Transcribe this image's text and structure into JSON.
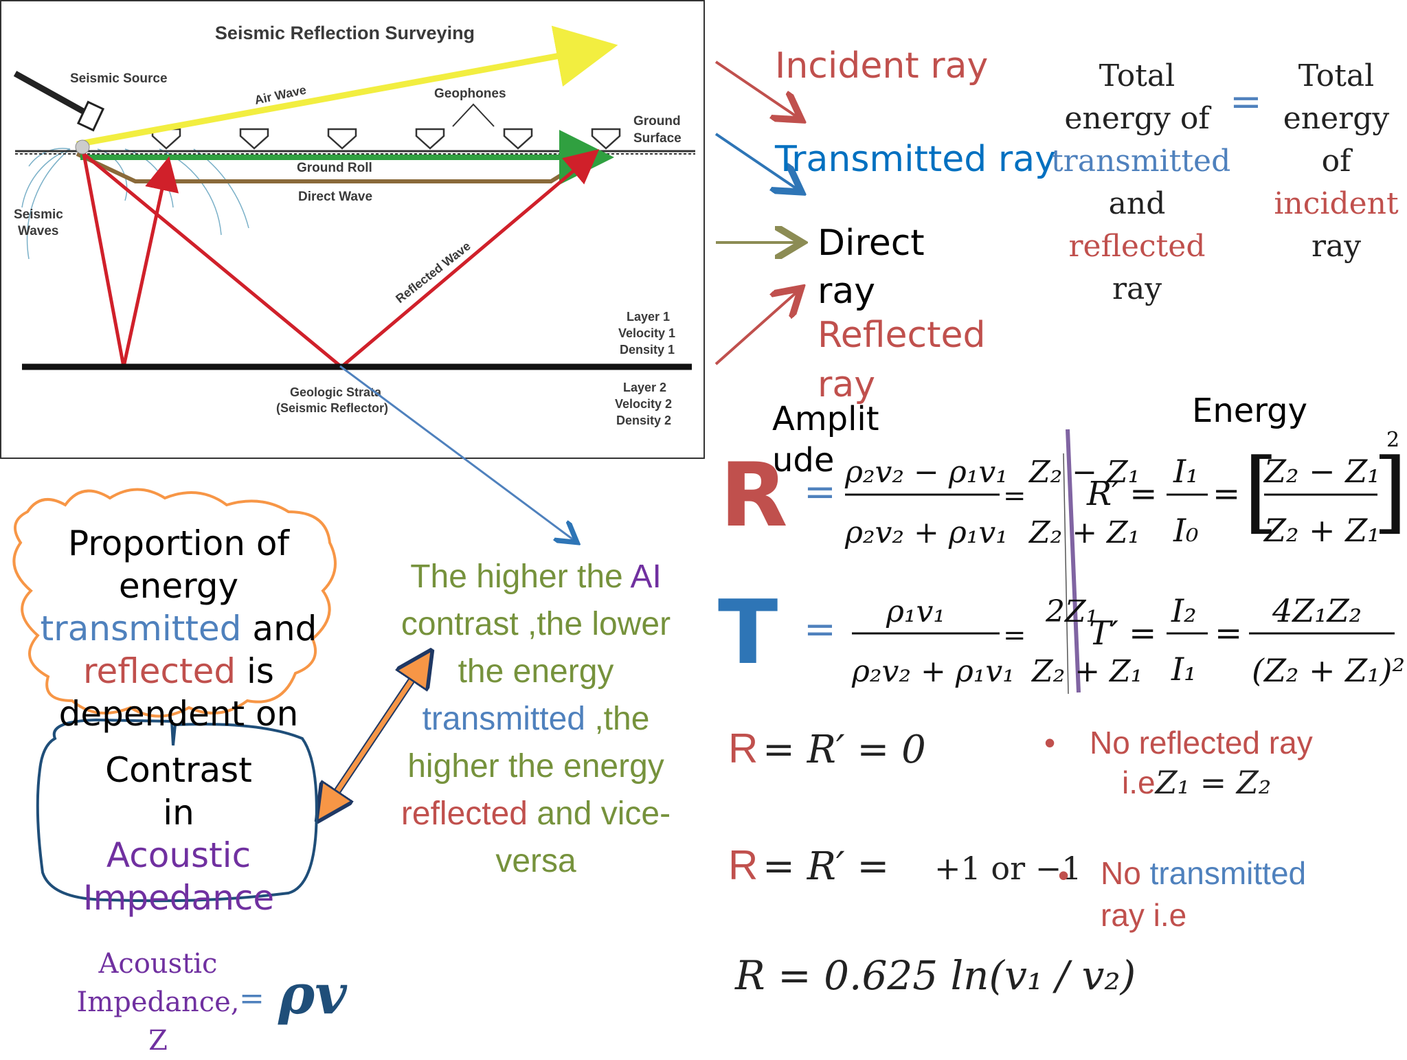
{
  "diagram": {
    "title": "Seismic Reflection Surveying",
    "seismic_source": "Seismic Source",
    "air_wave": "Air Wave",
    "geophones": "Geophones",
    "ground_surface_1": "Ground",
    "ground_surface_2": "Surface",
    "ground_roll": "Ground Roll",
    "direct_wave": "Direct Wave",
    "seismic_waves_1": "Seismic",
    "seismic_waves_2": "Waves",
    "reflected_wave": "Reflected Wave",
    "layer1_1": "Layer 1",
    "layer1_2": "Velocity 1",
    "layer1_3": "Density 1",
    "layer2_1": "Layer 2",
    "layer2_2": "Velocity 2",
    "layer2_3": "Density 2",
    "strata_1": "Geologic Strata",
    "strata_2": "(Seismic Reflector)"
  },
  "legend": {
    "incident": "Incident ray",
    "transmitted": "Transmitted ray",
    "direct_1": "Direct",
    "direct_2": "ray",
    "reflected_1": "Reflected",
    "reflected_2": "ray"
  },
  "energy_text": {
    "left_1": "Total",
    "left_2": "energy of",
    "left_3": "transmitted",
    "left_4": "and",
    "left_5": "reflected",
    "left_6": "ray",
    "equals": "=",
    "right_1": "Total",
    "right_2": "energy",
    "right_3": "of",
    "right_4": "incident",
    "right_5": "ray"
  },
  "headers": {
    "amplitude_1": "Amplit",
    "amplitude_2": "ude",
    "energy": "Energy"
  },
  "letters": {
    "R": "R",
    "T": "T"
  },
  "cases": {
    "bullet": "•",
    "no_reflected": "No reflected ray",
    "ie_prefix": "i.e",
    "no_transmitted_1": "No transmitted",
    "no_transmitted_2": "ray i.e",
    "plus_minus": "+1 or −1"
  },
  "left_panel": {
    "line1": "Proportion of",
    "line2": "energy",
    "transmitted": "transmitted",
    "and": "and",
    "reflected": "reflected",
    "is": "is",
    "line5": "dependent on",
    "contrast": "Contrast",
    "in": "in",
    "acoustic": "Acoustic",
    "impedance": "Impedance"
  },
  "middle_text": {
    "l1a": "The higher the ",
    "l1b": "AI",
    "l2": "contrast ,the lower",
    "l3": "the energy",
    "l4a": "transmitted",
    "l4b": " ,the",
    "l5": "higher the energy",
    "l6a": "reflected",
    "l6b": "  and vice-",
    "l7": "versa"
  },
  "ai_formula": {
    "l1": "Acoustic",
    "l2": "Impedance,",
    "l3": "Z",
    "eq": "=",
    "rho_v": "ρv"
  },
  "colors": {
    "red": "#c0504d",
    "blue": "#2e75b6",
    "brightblue": "#0070c0",
    "olive": "#8c8c54",
    "purple": "#7030a0",
    "green": "#76923c",
    "orange": "#f79646",
    "navy": "#1f3864"
  }
}
